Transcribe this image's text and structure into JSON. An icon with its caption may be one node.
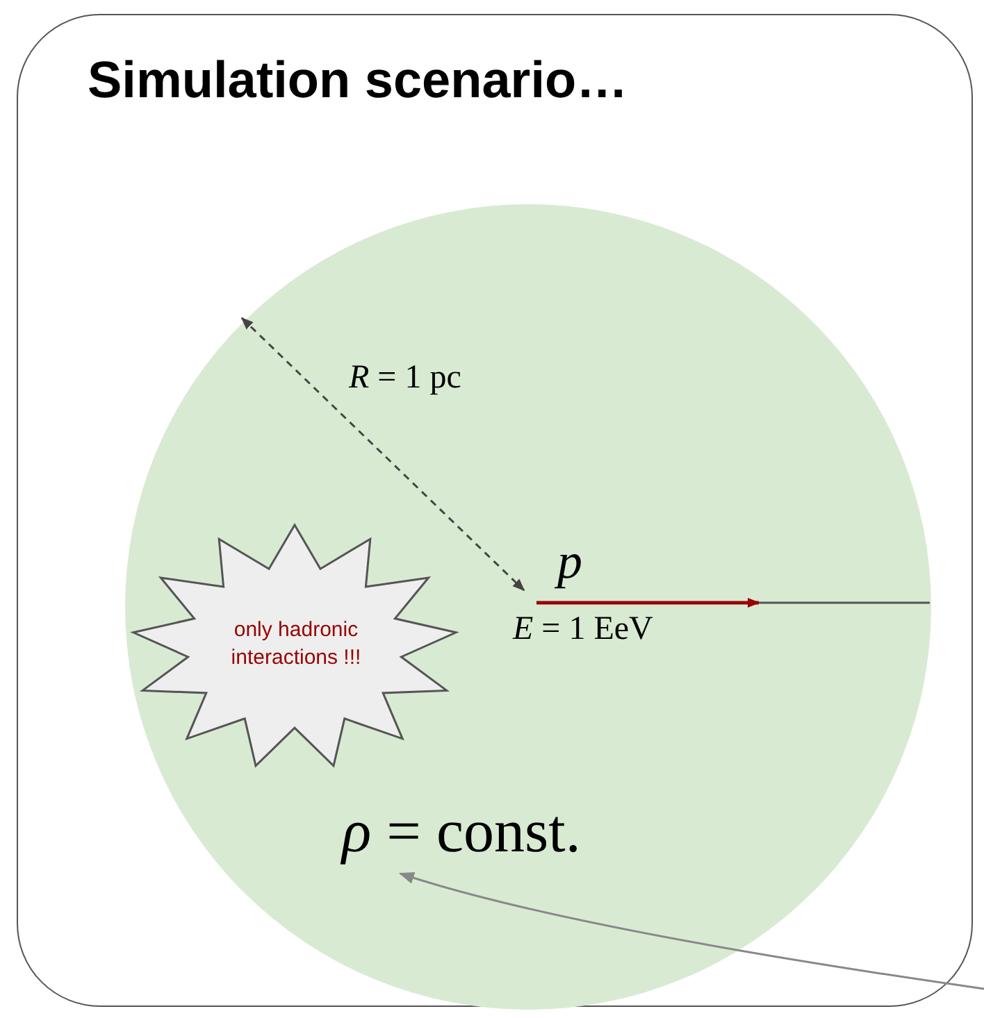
{
  "diagram": {
    "nodes": [
      {
        "text": [
          "Simulation scenario…"
        ]
      },
      {
        "text": [],
        "shape": "circle",
        "in": 0
      },
      {
        "text": [
          "only hadronic interactions !!!"
        ],
        "in": 1
      },
      {
        "text": [
          "*ρ* = const."
        ],
        "in": 1
      }
    ],
    "edges": [
      {
        "from": null,
        "to": 3,
        "arrow": "to"
      }
    ],
    "labels": [
      "*R* = 1 pc",
      "*p*",
      "*E* = 1 EeV"
    ]
  }
}
